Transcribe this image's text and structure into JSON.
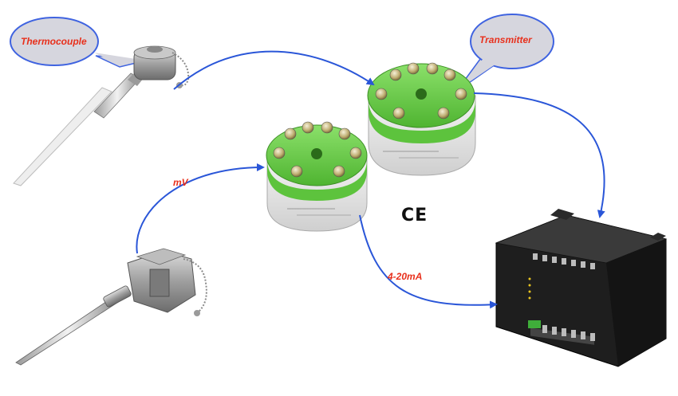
{
  "callouts": {
    "thermocouple": "Thermocouple",
    "transmitter": "Transmitter"
  },
  "signals": {
    "mv": "mV",
    "current": "4-20mA"
  },
  "ce_mark": "CE",
  "colors": {
    "arrow": "#2a56d8",
    "label_text": "#e8301c",
    "callout_fill": "#d6d6de",
    "callout_stroke": "#3f63e0",
    "module_green": "#6fcf4f",
    "plc_body": "#1e1e1e"
  },
  "icons": {
    "thermocouple_1": "thermocouple-probe-icon",
    "thermocouple_2": "armored-thermocouple-icon",
    "transmitter_1": "transmitter-module-icon",
    "transmitter_2": "transmitter-module-icon",
    "plc": "plc-controller-icon"
  }
}
